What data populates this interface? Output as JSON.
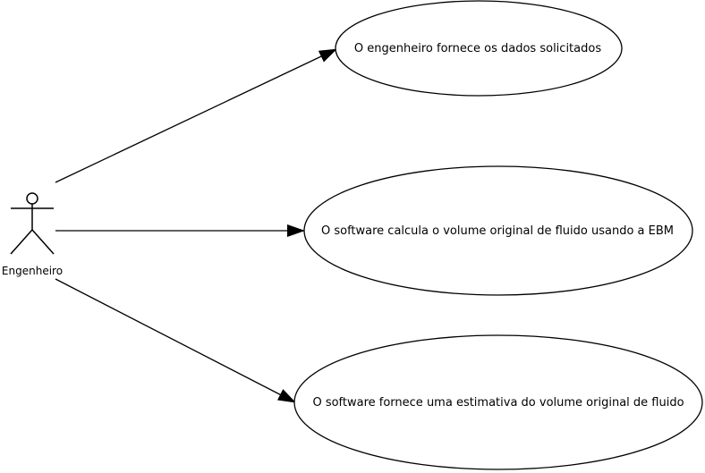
{
  "actor": {
    "label": "Engenheiro",
    "icon": "stick-figure-icon"
  },
  "use_cases": [
    {
      "label": "O engenheiro fornece os dados solicitados"
    },
    {
      "label": "O software calcula o volume original de fluido usando a EBM"
    },
    {
      "label": "O software fornece uma estimativa do volume original de fluido"
    }
  ],
  "colors": {
    "stroke": "#000000",
    "fill": "#ffffff",
    "background": "#ffffff"
  }
}
